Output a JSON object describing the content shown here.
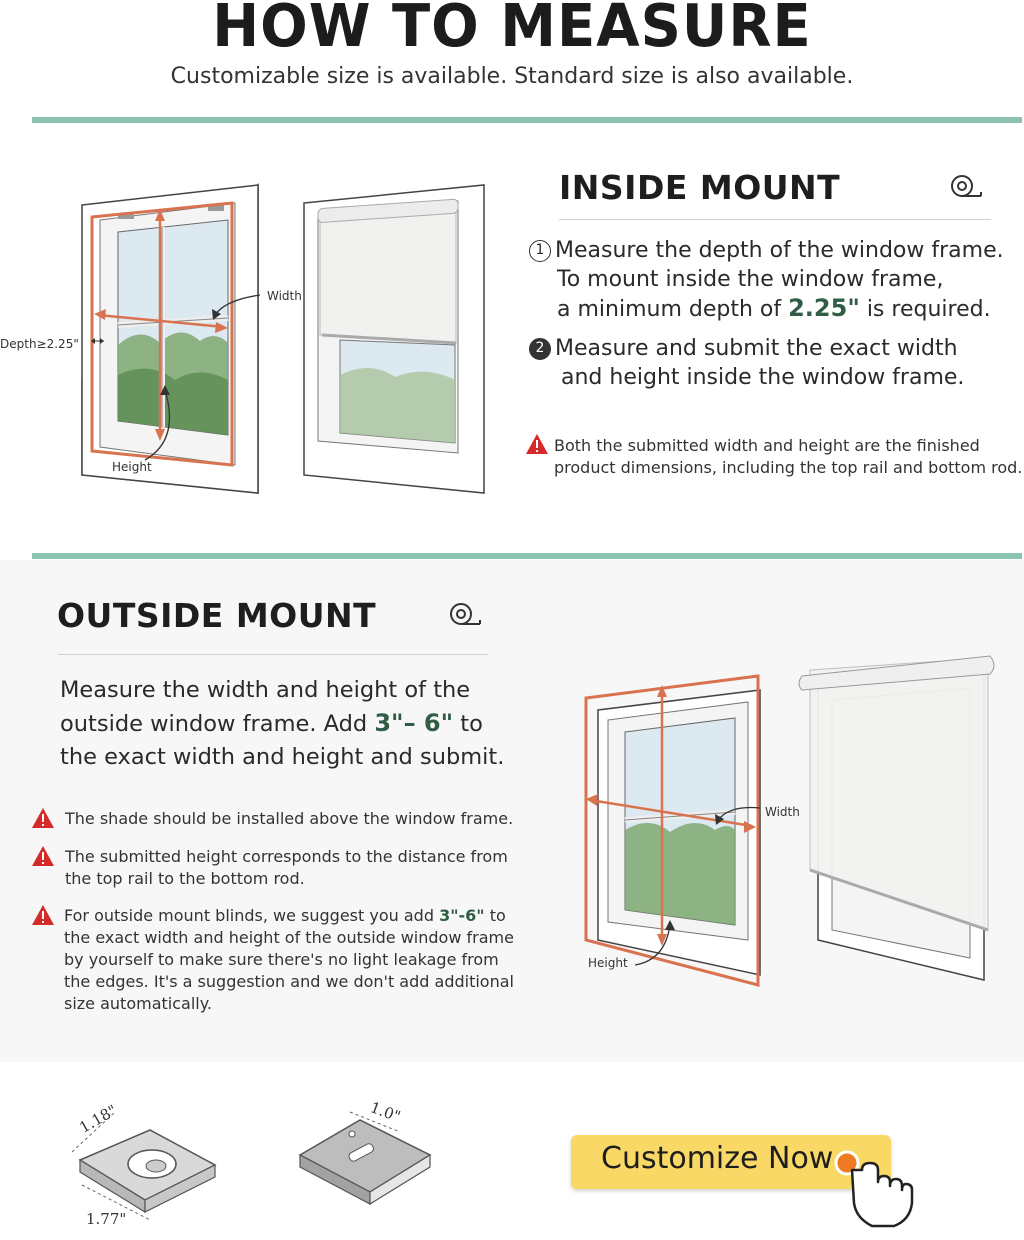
{
  "header": {
    "title": "HOW TO MEASURE",
    "subtitle": "Customizable size is available. Standard size is also available."
  },
  "inside_mount": {
    "title": "INSIDE MOUNT",
    "step1_num": "1",
    "step1_line1": "Measure the depth of the window frame.",
    "step1_line2": "To mount inside the window frame,",
    "step1_line3_pre": "a minimum depth of ",
    "step1_depth": "2.25\"",
    "step1_line3_post": " is required.",
    "step2_num": "2",
    "step2_line1": "Measure and submit the exact width",
    "step2_line2": "and height inside the window frame.",
    "warning_line1": "Both the submitted width and height are the finished",
    "warning_line2": "product dimensions, including the top rail and bottom rod.",
    "labels": {
      "width": "Width",
      "height": "Height",
      "depth": "Depth≥2.25\""
    }
  },
  "outside_mount": {
    "title": "OUTSIDE MOUNT",
    "line1": "Measure the width and height of the",
    "line2_pre": "outside window frame. Add ",
    "line2_range": "3\"– 6\"",
    "line2_post": " to",
    "line3": "the exact width and height and submit.",
    "warning1": "The shade should be installed above the window frame.",
    "warning2_line1": "The submitted height corresponds to the distance from",
    "warning2_line2": "the top rail to the bottom rod.",
    "warning3_line1_pre": "For outside mount blinds, we suggest you add ",
    "warning3_range": "3\"-6\"",
    "warning3_line1_post": " to",
    "warning3_line2": "the exact width and height of the outside window frame",
    "warning3_line3": "by yourself to make sure there's no light leakage from",
    "warning3_line4": "the edges. It's a suggestion and we don't add additional",
    "warning3_line5": "size automatically.",
    "labels": {
      "width": "Width",
      "height": "Height"
    }
  },
  "brackets": {
    "bracket1_dim_a": "1.18\"",
    "bracket1_dim_b": "1.77\"",
    "bracket2_dim": "1.0\""
  },
  "cta": {
    "label": "Customize Now"
  },
  "colors": {
    "divider": "#8cc4b0",
    "measure_line": "#d9734f",
    "highlight": "#2f5d45",
    "warning": "#d42a2a",
    "cta": "#f9d866",
    "cta_dot": "#ee7b22"
  }
}
